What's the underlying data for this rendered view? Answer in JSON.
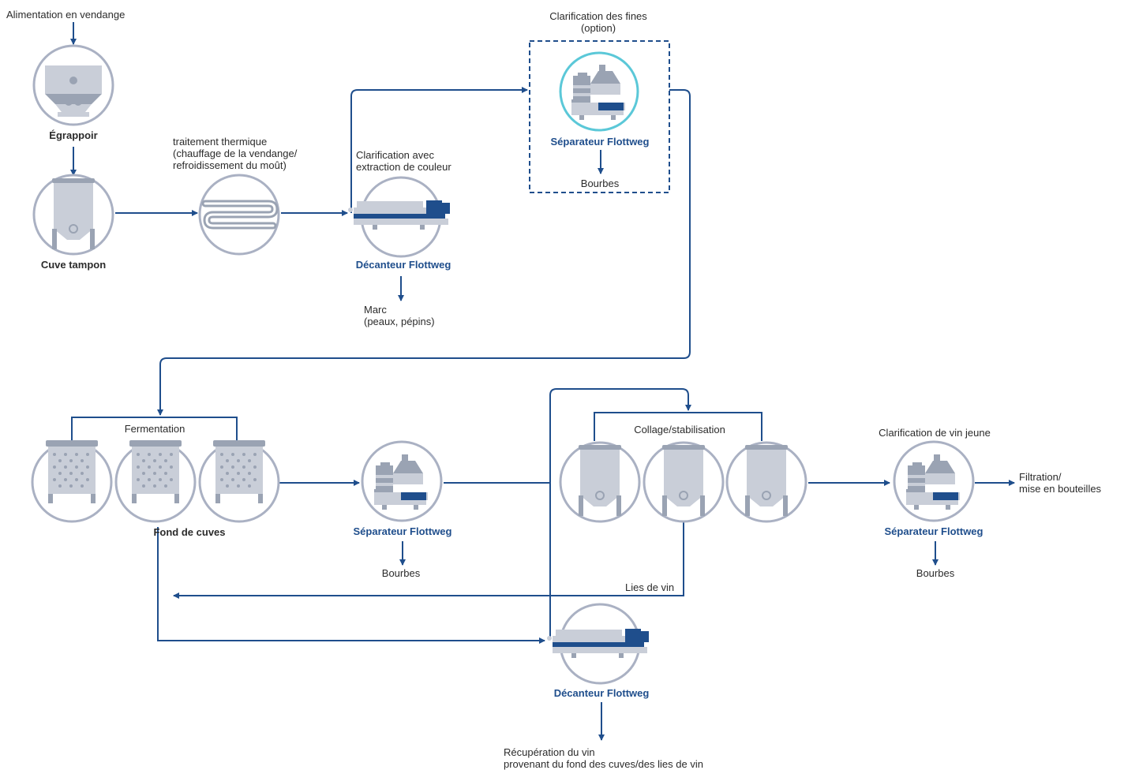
{
  "labels": {
    "feed": "Alimentation en vendange",
    "destemmer": "Égrappoir",
    "buffer_tank": "Cuve tampon",
    "thermal_treatment": "traitement thermique\n(chauffage de la vendange/\nrefroidissement du moût)",
    "clarification_color": "Clarification avec\nextraction de couleur",
    "decanter_1": "Décanteur Flottweg",
    "marc": "Marc\n(peaux, pépins)",
    "fines_clarification": "Clarification des fines\n(option)",
    "separator_fines": "Séparateur Flottweg",
    "lees_fines": "Bourbes",
    "fermentation": "Fermentation",
    "tank_bottoms": "Fond de cuves",
    "separator_mid": "Séparateur Flottweg",
    "lees_mid": "Bourbes",
    "fining": "Collage/stabilisation",
    "wine_lees": "Lies de vin",
    "young_wine": "Clarification de vin jeune",
    "separator_right": "Séparateur Flottweg",
    "lees_right": "Bourbes",
    "filtration": "Filtration/\nmise en bouteilles",
    "decanter_2": "Décanteur Flottweg",
    "recovery": "Récupération du vin\nprovenant du fond des cuves/des lies de vin"
  },
  "colors": {
    "flow": "#1f4e8c",
    "circle": "#aab1c3",
    "highlight": "#5bc8d8",
    "machine_light": "#c9ced8",
    "machine_mid": "#9aa3b3",
    "machine_dark": "#1f4e8c",
    "text": "#2b2b2b",
    "text_blue": "#1f4e8c"
  }
}
